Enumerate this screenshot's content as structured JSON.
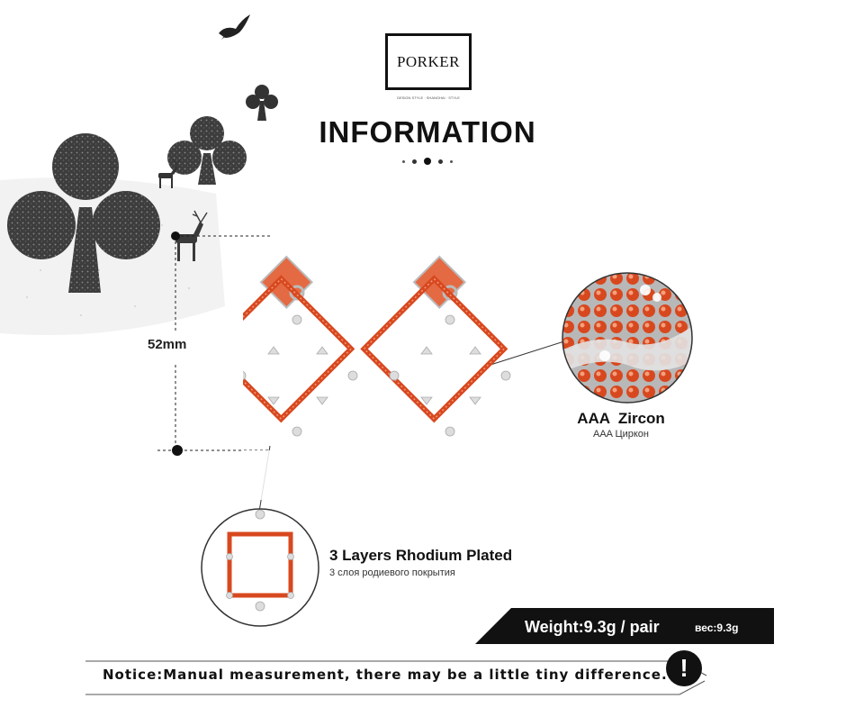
{
  "brand": {
    "logo_text": "PORKER",
    "logo_sub": "DESIGN STYLE · SHANGHAI · STYLE"
  },
  "header": {
    "title": "INFORMATION"
  },
  "dimension": {
    "length_label": "52mm"
  },
  "features": {
    "zircon_title": "AAA  Zircon",
    "zircon_subtitle": "AAA Циркон",
    "plating_title": "3 Layers Rhodium Plated",
    "plating_subtitle": "3 слоя родиевого покрытия"
  },
  "weight": {
    "label": "Weight:9.3g / pair",
    "label_ru": "вес:9.3g"
  },
  "notice": {
    "text": "Notice:Manual measurement, there may be a little tiny difference.",
    "alert_symbol": "!"
  },
  "icons": [
    "club-icon",
    "bird-icon",
    "deer-icon",
    "earring-image",
    "zircon-zoom-image",
    "rhodium-zoom-image",
    "alert-icon"
  ],
  "colors": {
    "accent": "#d8481f",
    "dark": "#111111",
    "silver": "#c7c7c7"
  }
}
